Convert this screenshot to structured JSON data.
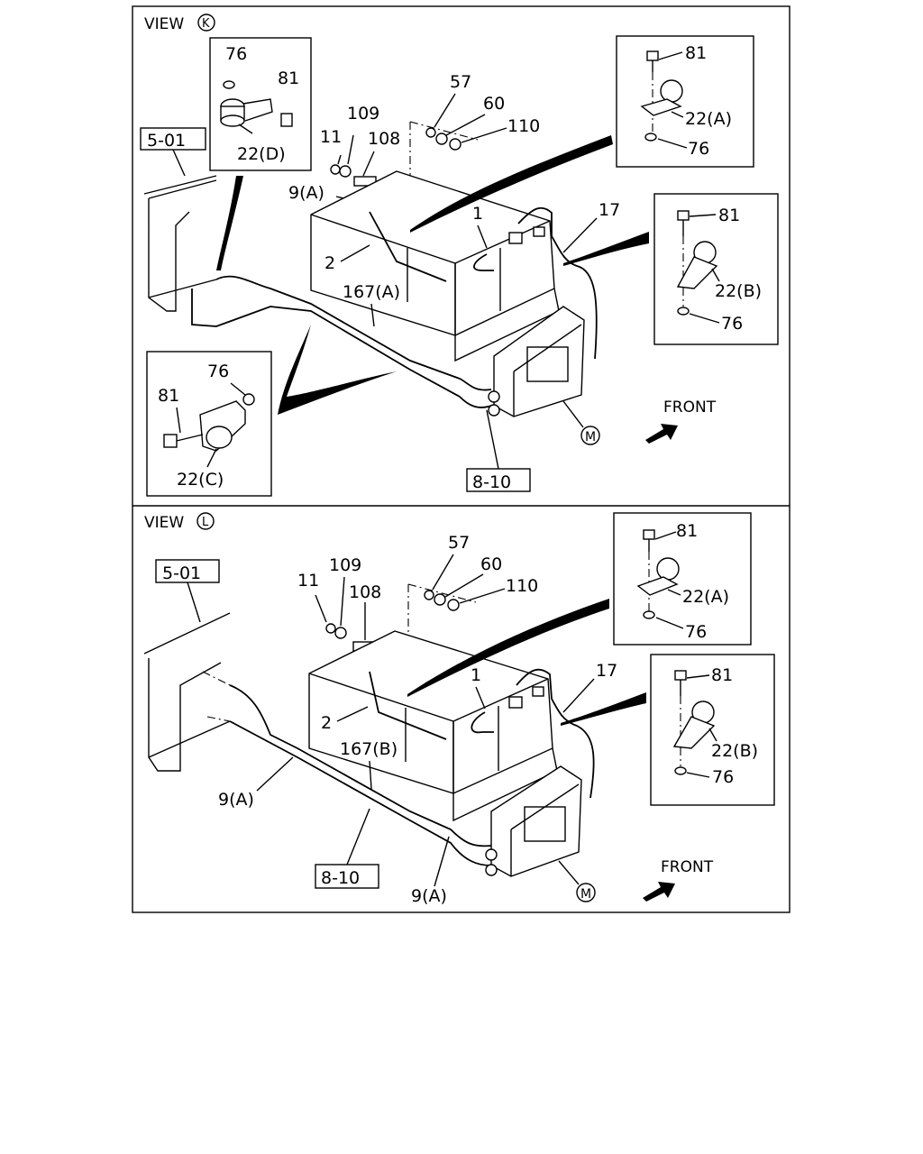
{
  "panels": [
    {
      "view_title": "VIEW",
      "view_letter": "K",
      "ref_box_top": "5-01",
      "ref_box_bottom": "8-10",
      "callouts": {
        "c76a": "76",
        "c81a": "81",
        "c22d": "22(D)",
        "c109": "109",
        "c11": "11",
        "c108": "108",
        "c9a": "9(A)",
        "c57": "57",
        "c60": "60",
        "c110": "110",
        "c1": "1",
        "c2": "2",
        "c17": "17",
        "c167": "167(A)",
        "c81tr": "81",
        "c22a": "22(A)",
        "c76tr": "76",
        "c81mr": "81",
        "c22b": "22(B)",
        "c76mr": "76",
        "c76bl": "76",
        "c81bl": "81",
        "c22c": "22(C)",
        "cM": "M"
      },
      "front_label": "FRONT"
    },
    {
      "view_title": "VIEW",
      "view_letter": "L",
      "ref_box_top": "5-01",
      "ref_box_bottom": "8-10",
      "callouts": {
        "c11": "11",
        "c109": "109",
        "c108": "108",
        "c57": "57",
        "c60": "60",
        "c110": "110",
        "c1": "1",
        "c2": "2",
        "c17": "17",
        "c167": "167(B)",
        "c9a1": "9(A)",
        "c9a2": "9(A)",
        "c81tr": "81",
        "c22a": "22(A)",
        "c76tr": "76",
        "c81mr": "81",
        "c22b": "22(B)",
        "c76mr": "76",
        "cM": "M"
      },
      "front_label": "FRONT"
    }
  ]
}
